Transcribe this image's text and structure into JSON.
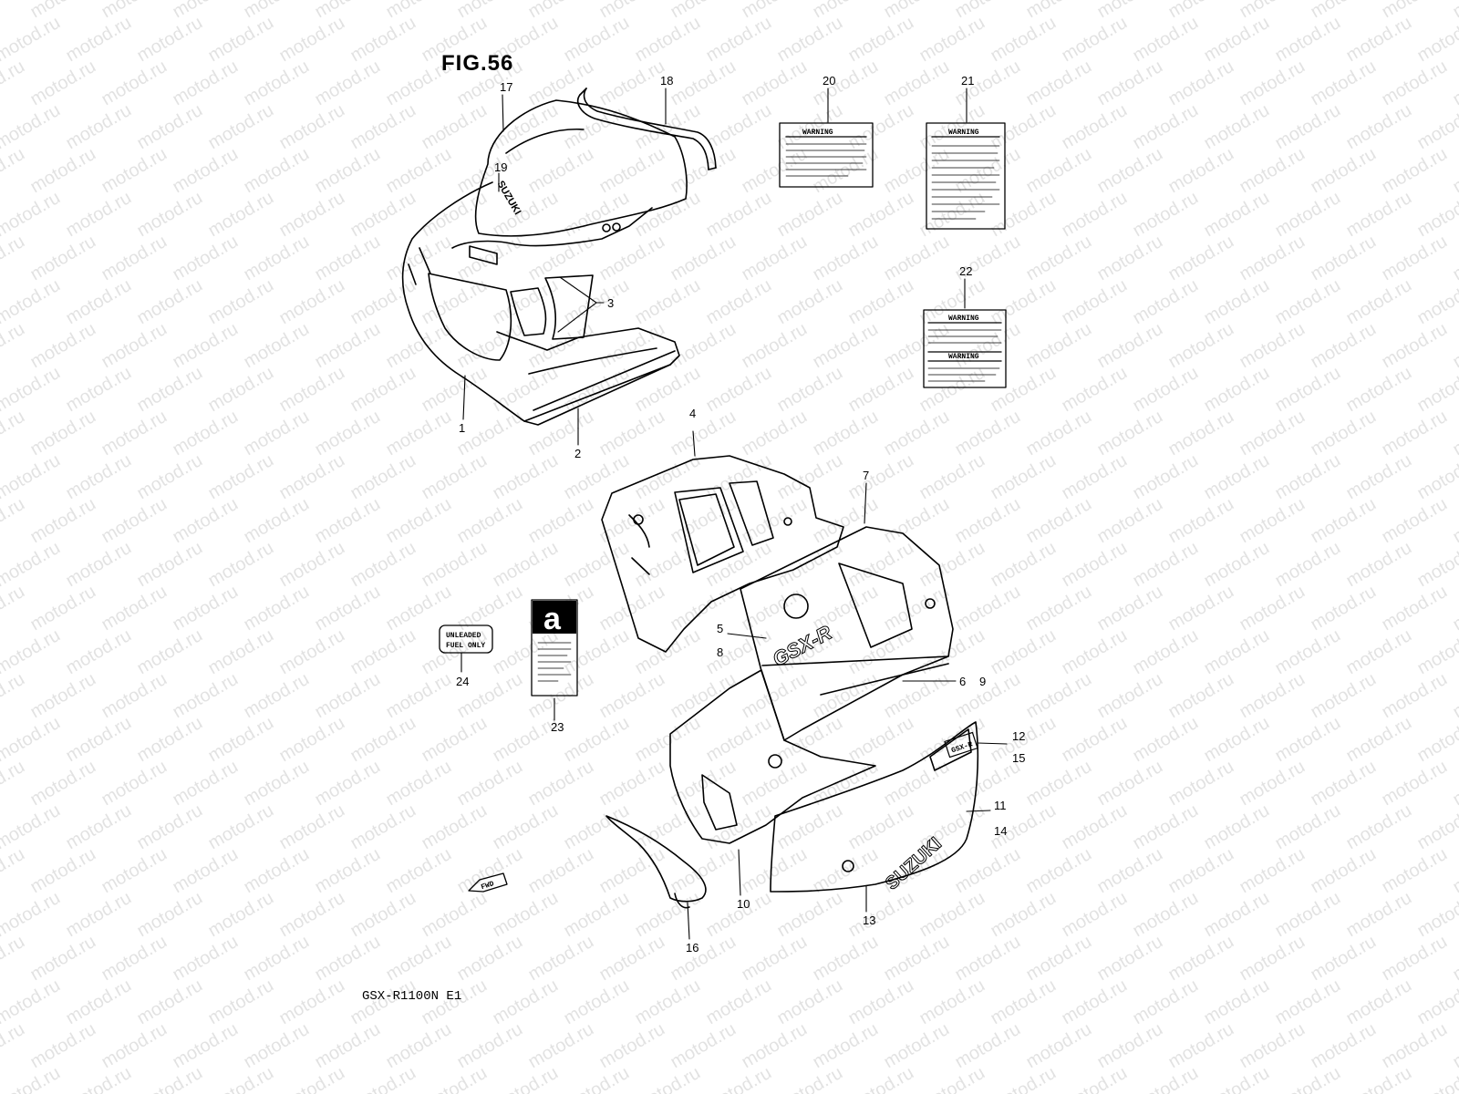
{
  "figure": {
    "title": "FIG.56",
    "model": "GSX-R1100N E1"
  },
  "watermark": {
    "text": "motod.ru",
    "color": "#9a9a9a"
  },
  "labels": {
    "unleaded_line1": "UNLEADED",
    "unleaded_line2": "FUEL ONLY",
    "warning": "WARNING",
    "fwd": "FWD",
    "suzuki_windscreen": "SUZUKI",
    "suzuki_lower": "SUZUKI",
    "gsxr_logo": "GSX-R",
    "class_letter": "a",
    "small_badge": "GSX-R"
  },
  "callouts": [
    {
      "id": "c1",
      "text": "1"
    },
    {
      "id": "c2",
      "text": "2"
    },
    {
      "id": "c3",
      "text": "3"
    },
    {
      "id": "c4",
      "text": "4"
    },
    {
      "id": "c5",
      "text": "5"
    },
    {
      "id": "c8",
      "text": "8"
    },
    {
      "id": "c6",
      "text": "6"
    },
    {
      "id": "c9",
      "text": "9"
    },
    {
      "id": "c7",
      "text": "7"
    },
    {
      "id": "c10",
      "text": "10"
    },
    {
      "id": "c11",
      "text": "11"
    },
    {
      "id": "c14",
      "text": "14"
    },
    {
      "id": "c12",
      "text": "12"
    },
    {
      "id": "c15",
      "text": "15"
    },
    {
      "id": "c13",
      "text": "13"
    },
    {
      "id": "c16",
      "text": "16"
    },
    {
      "id": "c17",
      "text": "17"
    },
    {
      "id": "c18",
      "text": "18"
    },
    {
      "id": "c19",
      "text": "19"
    },
    {
      "id": "c20",
      "text": "20"
    },
    {
      "id": "c21",
      "text": "21"
    },
    {
      "id": "c22",
      "text": "22"
    },
    {
      "id": "c23",
      "text": "23"
    },
    {
      "id": "c24",
      "text": "24"
    }
  ]
}
